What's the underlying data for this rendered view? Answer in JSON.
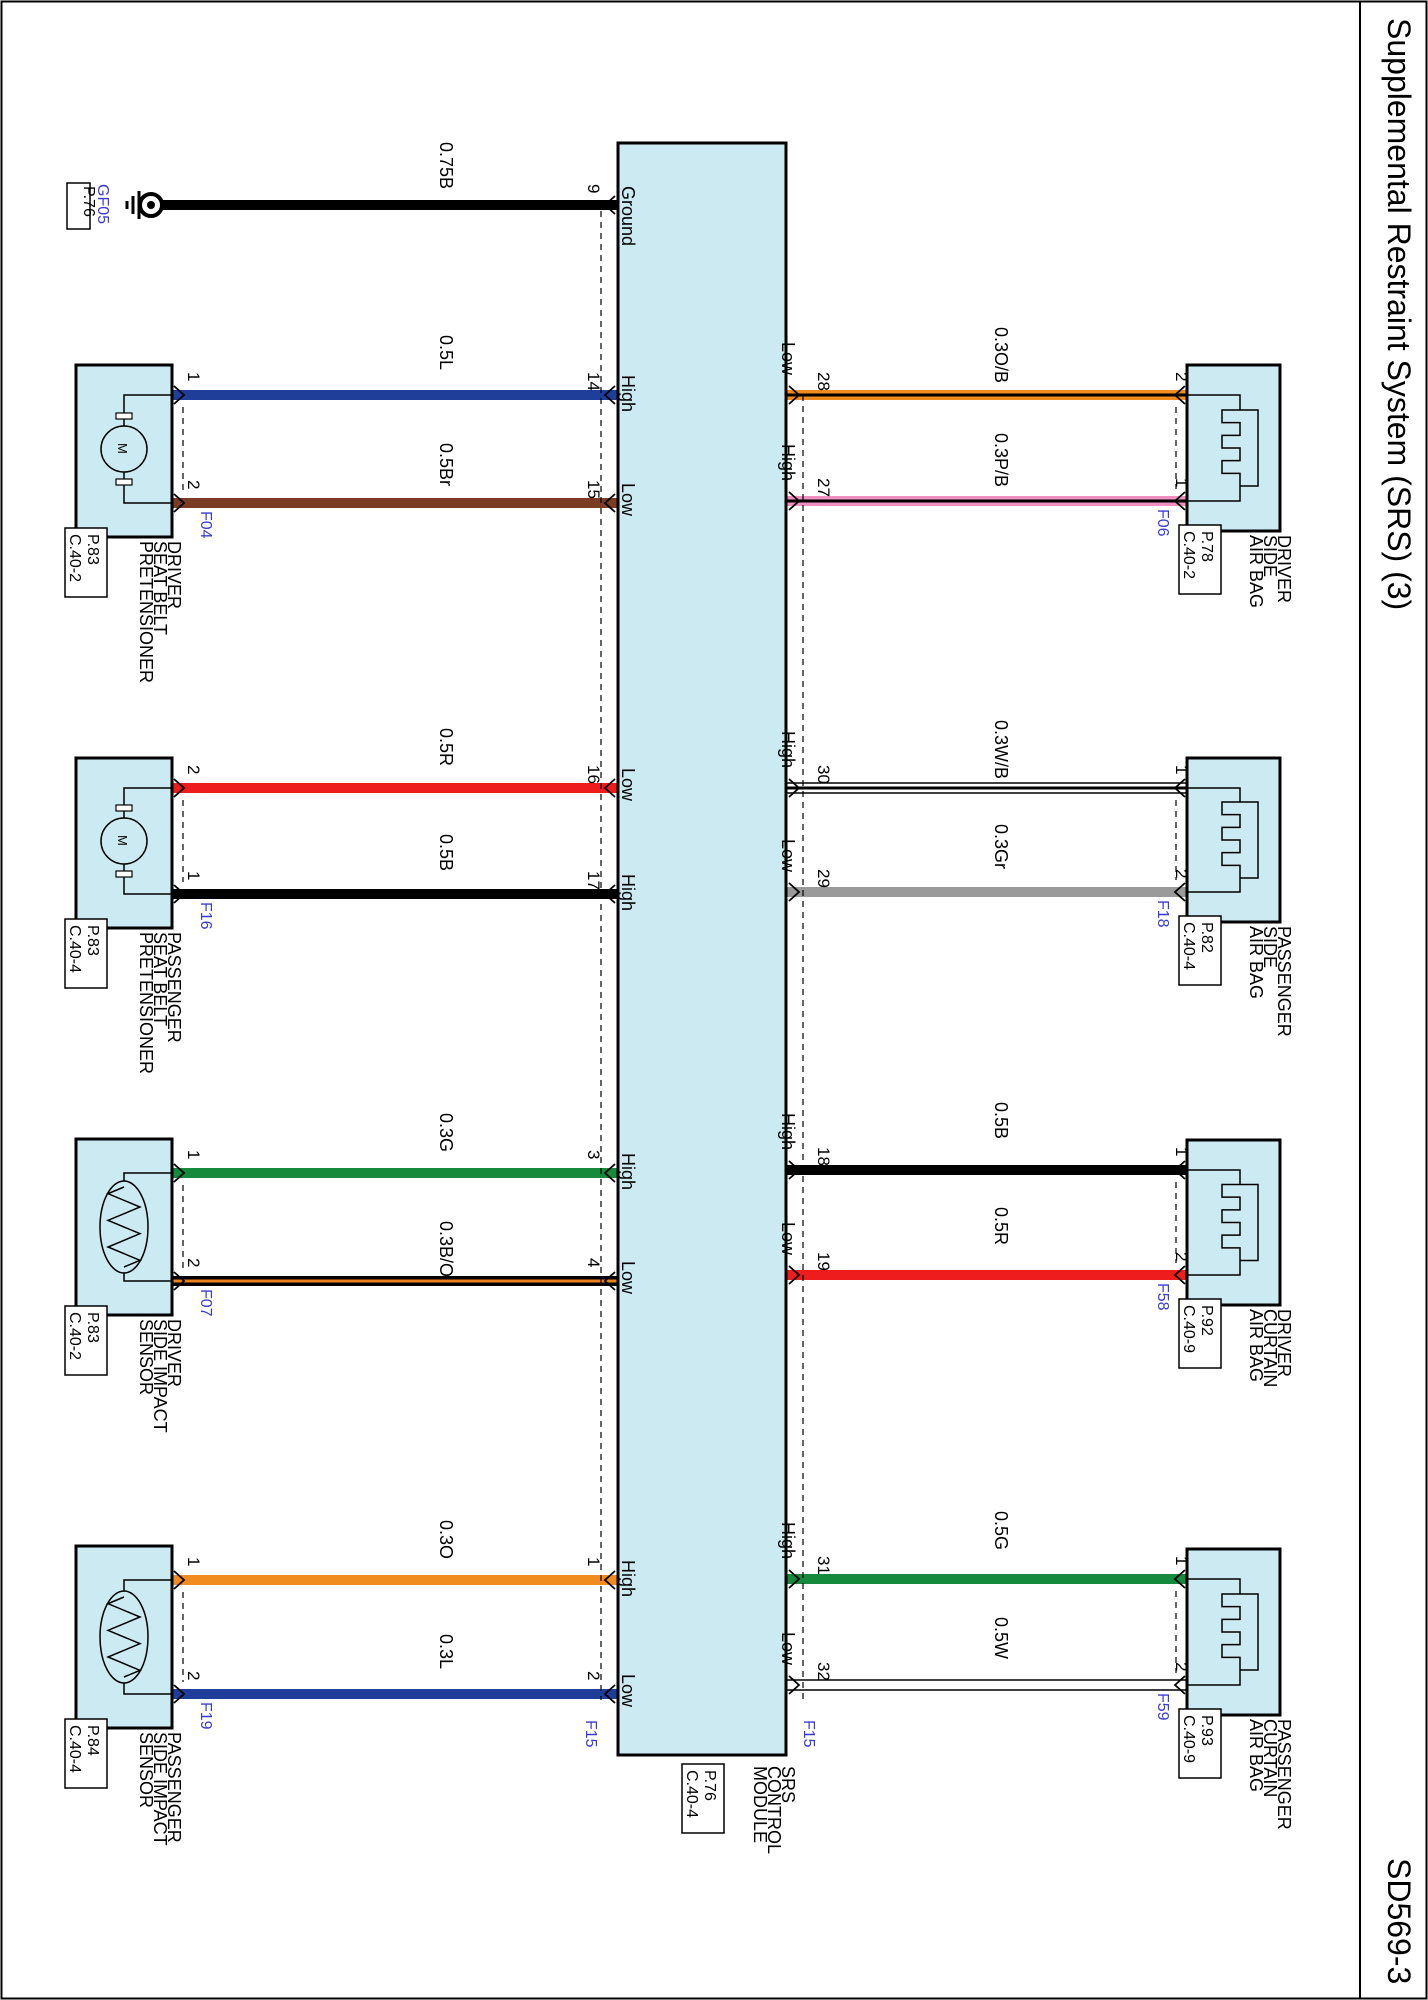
{
  "title": "Supplemental Restraint System (SRS) (3)",
  "page_code": "SD569-3",
  "module": {
    "name_lines": [
      "SRS",
      "CONTROL",
      "MODULE"
    ],
    "ref_page": "P.76",
    "ref_conn": "C.40-4",
    "conn_left": "F15",
    "conn_right": "F15"
  },
  "ground": {
    "wire": "0.75B",
    "pin": "9",
    "pin_label": "Ground",
    "code": "GF05",
    "ref_page": "P.76"
  },
  "left_devices": [
    {
      "name_lines": [
        "DRIVER",
        "SEAT BELT",
        "PRETENSIONER"
      ],
      "ref_page": "P.83",
      "ref_conn": "C.40-2",
      "conn": "F04",
      "kind": "motor",
      "wires": [
        {
          "label": "0.5L",
          "pin_mod": "14",
          "pin_dev": "1",
          "pin_label": "High",
          "color": "#1f3e9a"
        },
        {
          "label": "0.5Br",
          "pin_mod": "15",
          "pin_dev": "2",
          "pin_label": "Low",
          "color": "#7a3c22"
        }
      ]
    },
    {
      "name_lines": [
        "PASSENGER",
        "SEAT BELT",
        "PRETENSIONER"
      ],
      "ref_page": "P.83",
      "ref_conn": "C.40-4",
      "conn": "F16",
      "kind": "motor",
      "wires": [
        {
          "label": "0.5R",
          "pin_mod": "16",
          "pin_dev": "2",
          "pin_label": "Low",
          "color": "#ee1c1c"
        },
        {
          "label": "0.5B",
          "pin_mod": "17",
          "pin_dev": "1",
          "pin_label": "High",
          "color": "#000000"
        }
      ]
    },
    {
      "name_lines": [
        "DRIVER",
        "SIDE IMPACT",
        "SENSOR"
      ],
      "ref_page": "P.83",
      "ref_conn": "C.40-2",
      "conn": "F07",
      "kind": "sensor",
      "wires": [
        {
          "label": "0.3G",
          "pin_mod": "3",
          "pin_dev": "1",
          "pin_label": "High",
          "color": "#158a3c"
        },
        {
          "label": "0.3B/O",
          "pin_mod": "4",
          "pin_dev": "2",
          "pin_label": "Low",
          "color": "#000000",
          "stripe": "#e8821e"
        }
      ]
    },
    {
      "name_lines": [
        "PASSENGER",
        "SIDE IMPACT",
        "SENSOR"
      ],
      "ref_page": "P.84",
      "ref_conn": "C.40-4",
      "conn": "F19",
      "kind": "sensor",
      "wires": [
        {
          "label": "0.3O",
          "pin_mod": "1",
          "pin_dev": "1",
          "pin_label": "High",
          "color": "#f08c1e"
        },
        {
          "label": "0.3L",
          "pin_mod": "2",
          "pin_dev": "2",
          "pin_label": "Low",
          "color": "#1f3e9a"
        }
      ]
    }
  ],
  "right_devices": [
    {
      "name_lines": [
        "DRIVER",
        "SIDE",
        "AIR BAG"
      ],
      "ref_page": "P.78",
      "ref_conn": "C.40-2",
      "conn": "F06",
      "wires": [
        {
          "label": "0.3O/B",
          "pin_mod": "28",
          "pin_dev": "2",
          "pin_label": "Low",
          "color": "#f08c1e",
          "stripe": "#000000"
        },
        {
          "label": "0.3P/B",
          "pin_mod": "27",
          "pin_dev": "1",
          "pin_label": "High",
          "color": "#f08fc0",
          "stripe": "#000000"
        }
      ]
    },
    {
      "name_lines": [
        "PASSENGER",
        "SIDE",
        "AIR BAG"
      ],
      "ref_page": "P.82",
      "ref_conn": "C.40-4",
      "conn": "F18",
      "wires": [
        {
          "label": "0.3W/B",
          "pin_mod": "30",
          "pin_dev": "1",
          "pin_label": "High",
          "color": "#ffffff",
          "stripe": "#000000"
        },
        {
          "label": "0.3Gr",
          "pin_mod": "29",
          "pin_dev": "2",
          "pin_label": "Low",
          "color": "#9a9a9a"
        }
      ]
    },
    {
      "name_lines": [
        "DRIVER",
        "CURTAIN",
        "AIR BAG"
      ],
      "ref_page": "P.92",
      "ref_conn": "C.40-9",
      "conn": "F58",
      "wires": [
        {
          "label": "0.5B",
          "pin_mod": "18",
          "pin_dev": "1",
          "pin_label": "High",
          "color": "#000000"
        },
        {
          "label": "0.5R",
          "pin_mod": "19",
          "pin_dev": "2",
          "pin_label": "Low",
          "color": "#ee1c1c"
        }
      ]
    },
    {
      "name_lines": [
        "PASSENGER",
        "CURTAIN",
        "AIR BAG"
      ],
      "ref_page": "P.93",
      "ref_conn": "C.40-9",
      "conn": "F59",
      "wires": [
        {
          "label": "0.5G",
          "pin_mod": "31",
          "pin_dev": "1",
          "pin_label": "High",
          "color": "#158a3c"
        },
        {
          "label": "0.5W",
          "pin_mod": "32",
          "pin_dev": "2",
          "pin_label": "Low",
          "color": "#ffffff"
        }
      ]
    }
  ]
}
